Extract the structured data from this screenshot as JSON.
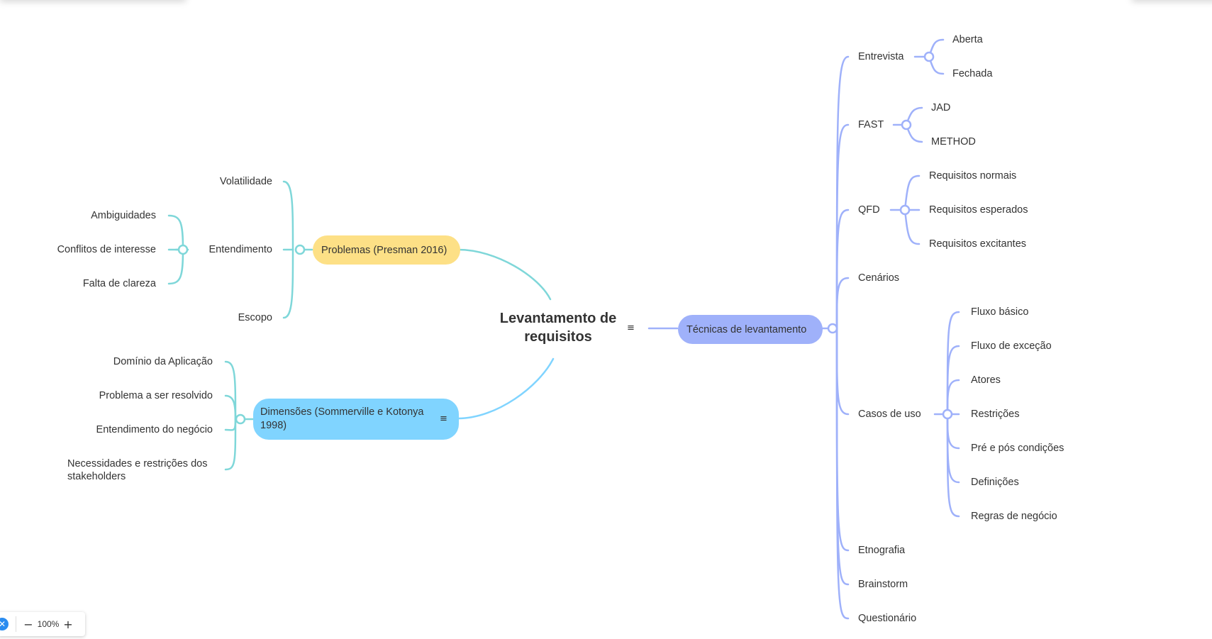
{
  "central_topic": {
    "line1": "Levantamento de",
    "line2": "requisitos",
    "note_icon": "note-icon"
  },
  "left": {
    "problemas": {
      "label": "Problemas (Presman 2016)",
      "color": "#fde086",
      "line_color": "#7fd7d9",
      "children": {
        "volatilidade": "Volatilidade",
        "entendimento": {
          "label": "Entendimento",
          "children": [
            "Ambiguidades",
            "Conflitos de interesse",
            "Falta de clareza"
          ]
        },
        "escopo": "Escopo"
      }
    },
    "dimensoes": {
      "label_line1": "Dimensões (Sommerville e Kotonya",
      "label_line2": "1998)",
      "color": "#80d4ff",
      "line_color": "#7fd7d9",
      "note_icon": "note-icon",
      "children": [
        "Domínio da Aplicação",
        "Problema a ser resolvido",
        "Entendimento do negócio",
        "Necessidades e restrições dos",
        "stakeholders"
      ]
    }
  },
  "right": {
    "tecnicas": {
      "label": "Técnicas de levantamento",
      "color": "#9fb1fa",
      "line_color": "#9fb1fa",
      "children": {
        "entrevista": {
          "label": "Entrevista",
          "children": [
            "Aberta",
            "Fechada"
          ]
        },
        "fast": {
          "label": "FAST",
          "children": [
            "JAD",
            "METHOD"
          ]
        },
        "qfd": {
          "label": "QFD",
          "children": [
            "Requisitos normais",
            "Requisitos esperados",
            "Requisitos excitantes"
          ]
        },
        "cenarios": "Cenários",
        "casos": {
          "label": "Casos de uso",
          "children": [
            "Fluxo básico",
            "Fluxo de exceção",
            "Atores",
            "Restrições",
            "Pré e pós condições",
            "Definições",
            "Regras de negócio"
          ]
        },
        "etnografia": "Etnografia",
        "brainstorm": "Brainstorm",
        "questionario": "Questionário"
      }
    }
  },
  "zoom": {
    "minus": "−",
    "value": "100%",
    "plus": "+",
    "logo_icon": "xmind-logo-icon"
  }
}
